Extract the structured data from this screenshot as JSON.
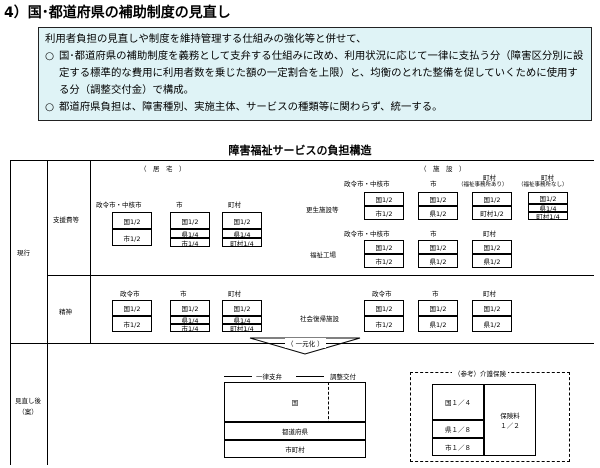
{
  "heading": "4）国･都道府県の補助制度の見直し",
  "summary": {
    "intro": "利用者負担の見直しや制度を維持管理する仕組みの強化等と併せて、",
    "bullet_mark": "○",
    "bullet1": "国･都道府県の補助制度を義務として支弁する仕組みに改め、利用状況に応じて一律に支払う分（障害区分別に設定する標準的な費用に利用者数を乗じた額の一定割合を上限）と、均衡のとれた整備を促していくために使用する分（調整交付金）で構成。",
    "bullet2": "都道府県負担は、障害種別、実施主体、サービスの種類等に関わらず、統一する。"
  },
  "diagram": {
    "title": "障害福祉サービスの負担構造",
    "rows": {
      "current": "現行",
      "support": "支援費等",
      "mental": "精神",
      "after": "見直し後（案）"
    },
    "home": {
      "header": "（　居　宅　）",
      "designated": "政令市・中核市",
      "city": "市",
      "town": "町村"
    },
    "facility": {
      "header": "（　施　設　）",
      "designated": "政令市・中核市",
      "city": "市",
      "town_with": "町村",
      "town_with_note": "（福祉事務所あり）",
      "town_without": "町村",
      "town_without_note": "（福祉事務所なし）",
      "rehab": "更生施設等",
      "workshop": "福祉工場",
      "social": "社会復帰施設"
    },
    "mental_cols": {
      "designated": "政令市",
      "city": "市",
      "town": "町村",
      "f_designated": "政令市",
      "f_city": "市",
      "f_town": "町村"
    },
    "cells": {
      "kuni_half": "国1/2",
      "shi_half": "市1/2",
      "ken_quarter": "県1/4",
      "shi_quarter": "市1/4",
      "town_quarter": "町村1/4",
      "ken_half": "県1/2",
      "town_half": "町村1/2"
    },
    "unify_label": "（ 一元化 ）",
    "after": {
      "flat_label": "一律支弁",
      "adjust_label": "調整交付",
      "kuni": "国",
      "prefecture": "都道府県",
      "municipality": "市町村"
    },
    "ltc": {
      "title": "（参考）介護保険",
      "kuni": "国１／４",
      "ken": "県１／８",
      "shi": "市１／８",
      "premium": "保険料\n１／２"
    }
  }
}
